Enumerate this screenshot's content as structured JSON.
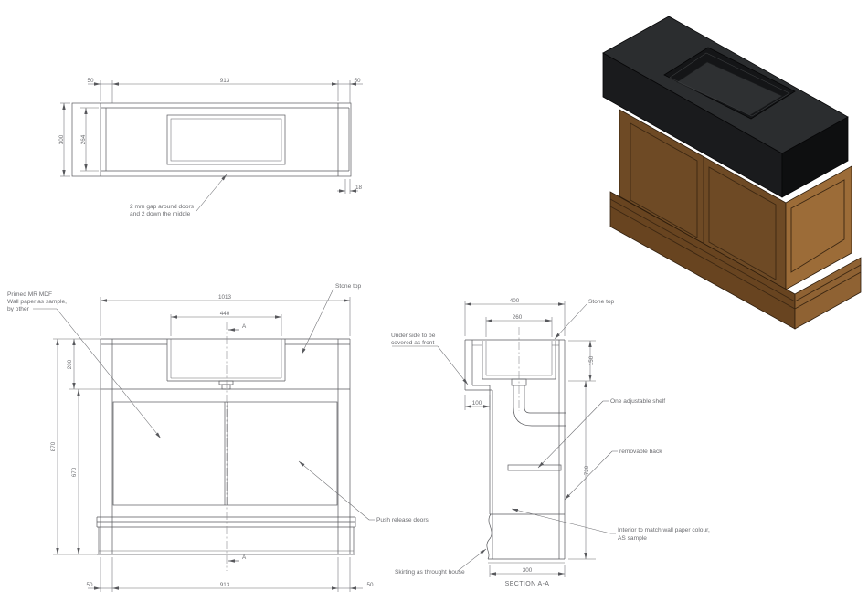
{
  "plan": {
    "dims": {
      "overhang_left": "50",
      "body_width": "913",
      "overhang_right": "50",
      "depth": "300",
      "inner_depth": "264",
      "edge_thickness": "18"
    },
    "note": {
      "line1": "2 mm gap around doors",
      "line2": "and 2 down the middle"
    }
  },
  "front": {
    "dims": {
      "stone_width": "1013",
      "sink_width": "440",
      "top_height": "200",
      "total_height": "870",
      "body_height": "670",
      "bottom_left": "50",
      "bottom_mid": "913",
      "bottom_right": "50"
    },
    "labels": {
      "stone_top": "Stone top",
      "material_line1": "Primed MR MDF",
      "material_line2": "Wall paper as sample,",
      "material_line3": "by other",
      "doors": "Push release doors"
    },
    "section_marker": "A"
  },
  "section": {
    "dims": {
      "stone_depth": "400",
      "sink_depth": "260",
      "sink_height": "150",
      "front_return": "100",
      "carcass_height": "720",
      "base_depth": "300"
    },
    "labels": {
      "stone_top": "Stone top",
      "underside_line1": "Under side to be",
      "underside_line2": "covered as front",
      "shelf": "One adjustable shelf",
      "back": "removable back",
      "interior_line1": "Interior to match wall paper colour,",
      "interior_line2": "AS sample",
      "skirting": "Skirting as throught house"
    },
    "title": "SECTION A-A"
  },
  "render": {
    "stone_top_color": "#2b2d2f",
    "stone_front_color": "#1a1b1d",
    "stone_side_color": "#0e0f10",
    "sink_rim_color": "#141517",
    "sink_floor_color": "#2e3032",
    "wood_front_color": "#6e4a25",
    "wood_side_color": "#9c6c38",
    "plinth_front_color": "#684420",
    "plinth_side_color": "#8f6233"
  }
}
